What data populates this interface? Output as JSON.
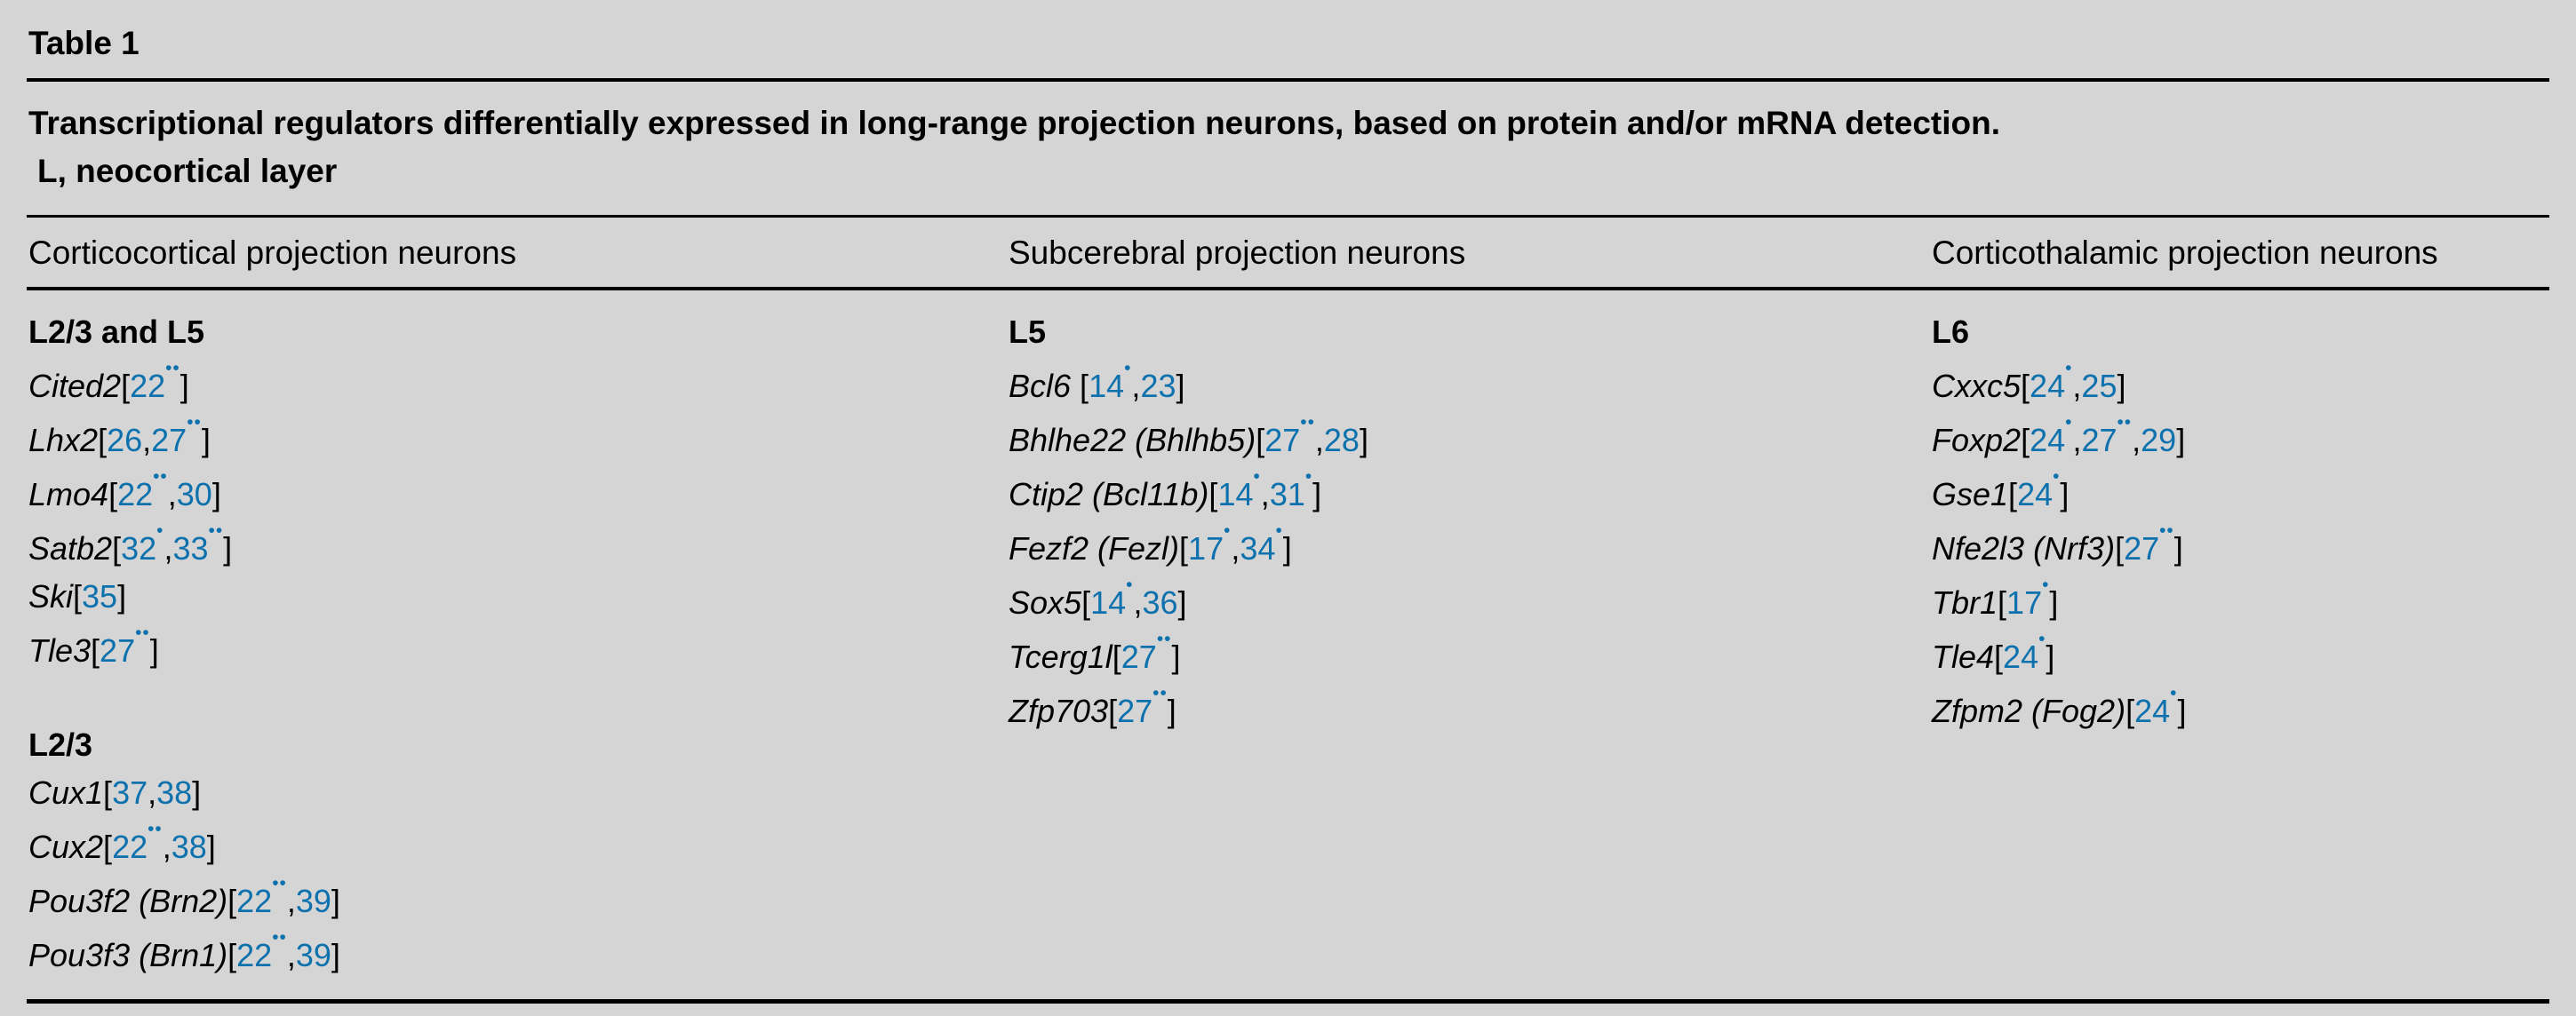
{
  "table": {
    "label": "Table 1",
    "title_line1": "Transcriptional regulators differentially expressed in long-range projection neurons, based on protein and/or mRNA detection.",
    "title_line2": "L, neocortical layer",
    "colors": {
      "page_background": "#d5d5d5",
      "rule": "#000000",
      "link": "#0d71ae"
    },
    "columns": [
      {
        "header": "Corticocortical projection neurons",
        "groups": [
          {
            "heading": "L2/3 and L5",
            "entries": [
              {
                "gene": "Cited2",
                "refs": [
                  {
                    "n": "22",
                    "b": "••"
                  }
                ]
              },
              {
                "gene": "Lhx2",
                "refs": [
                  {
                    "n": "26",
                    "b": ""
                  },
                  {
                    "n": "27",
                    "b": "••"
                  }
                ]
              },
              {
                "gene": "Lmo4",
                "refs": [
                  {
                    "n": "22",
                    "b": "••"
                  },
                  {
                    "n": "30",
                    "b": ""
                  }
                ]
              },
              {
                "gene": "Satb2",
                "refs": [
                  {
                    "n": "32",
                    "b": "•"
                  },
                  {
                    "n": "33",
                    "b": "••"
                  }
                ]
              },
              {
                "gene": "Ski",
                "refs": [
                  {
                    "n": "35",
                    "b": ""
                  }
                ]
              },
              {
                "gene": "Tle3",
                "refs": [
                  {
                    "n": "27",
                    "b": "••"
                  }
                ]
              }
            ]
          },
          {
            "heading": "L2/3",
            "entries": [
              {
                "gene": "Cux1",
                "refs": [
                  {
                    "n": "37",
                    "b": ""
                  },
                  {
                    "n": "38",
                    "b": ""
                  }
                ]
              },
              {
                "gene": "Cux2",
                "refs": [
                  {
                    "n": "22",
                    "b": "••"
                  },
                  {
                    "n": "38",
                    "b": ""
                  }
                ]
              },
              {
                "gene": "Pou3f2 (Brn2)",
                "refs": [
                  {
                    "n": "22",
                    "b": "••"
                  },
                  {
                    "n": "39",
                    "b": ""
                  }
                ]
              },
              {
                "gene": "Pou3f3 (Brn1)",
                "refs": [
                  {
                    "n": "22",
                    "b": "••"
                  },
                  {
                    "n": "39",
                    "b": ""
                  }
                ]
              }
            ]
          }
        ]
      },
      {
        "header": "Subcerebral projection neurons",
        "groups": [
          {
            "heading": "L5",
            "entries": [
              {
                "gene": "Bcl6",
                "space": true,
                "refs": [
                  {
                    "n": "14",
                    "b": "•"
                  },
                  {
                    "n": "23",
                    "b": ""
                  }
                ]
              },
              {
                "gene": "Bhlhe22 (Bhlhb5)",
                "refs": [
                  {
                    "n": "27",
                    "b": "••"
                  },
                  {
                    "n": "28",
                    "b": ""
                  }
                ]
              },
              {
                "gene": "Ctip2 (Bcl11b)",
                "refs": [
                  {
                    "n": "14",
                    "b": "•"
                  },
                  {
                    "n": "31",
                    "b": "•"
                  }
                ]
              },
              {
                "gene": "Fezf2 (Fezl)",
                "refs": [
                  {
                    "n": "17",
                    "b": "•"
                  },
                  {
                    "n": "34",
                    "b": "•"
                  }
                ]
              },
              {
                "gene": "Sox5",
                "refs": [
                  {
                    "n": "14",
                    "b": "•"
                  },
                  {
                    "n": "36",
                    "b": ""
                  }
                ]
              },
              {
                "gene": "Tcerg1l",
                "refs": [
                  {
                    "n": "27",
                    "b": "••"
                  }
                ]
              },
              {
                "gene": "Zfp703",
                "refs": [
                  {
                    "n": "27",
                    "b": "••"
                  }
                ]
              }
            ]
          }
        ]
      },
      {
        "header": "Corticothalamic projection neurons",
        "groups": [
          {
            "heading": "L6",
            "entries": [
              {
                "gene": "Cxxc5",
                "refs": [
                  {
                    "n": "24",
                    "b": "•"
                  },
                  {
                    "n": "25",
                    "b": ""
                  }
                ]
              },
              {
                "gene": "Foxp2",
                "refs": [
                  {
                    "n": "24",
                    "b": "•"
                  },
                  {
                    "n": "27",
                    "b": "••"
                  },
                  {
                    "n": "29",
                    "b": ""
                  }
                ]
              },
              {
                "gene": "Gse1",
                "refs": [
                  {
                    "n": "24",
                    "b": "•"
                  }
                ]
              },
              {
                "gene": "Nfe2l3 (Nrf3)",
                "refs": [
                  {
                    "n": "27",
                    "b": "••"
                  }
                ]
              },
              {
                "gene": "Tbr1",
                "refs": [
                  {
                    "n": "17",
                    "b": "•"
                  }
                ]
              },
              {
                "gene": "Tle4",
                "refs": [
                  {
                    "n": "24",
                    "b": "•"
                  }
                ]
              },
              {
                "gene": "Zfpm2 (Fog2)",
                "refs": [
                  {
                    "n": "24",
                    "b": "•"
                  }
                ]
              }
            ]
          }
        ]
      }
    ]
  }
}
